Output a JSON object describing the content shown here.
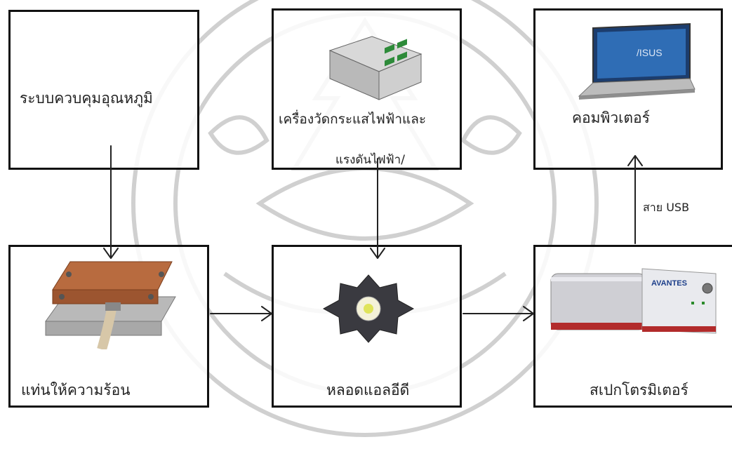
{
  "boxes": {
    "temp_control": {
      "label": "ระบบควบคุมอุณหภูมิ"
    },
    "meter": {
      "label_line1": "เครื่องวัดกระแสไฟฟ้าและ",
      "label_line2": "แรงดันไฟฟ้า/"
    },
    "computer": {
      "label": "คอมพิวเตอร์",
      "screen_brand": "/ISUS"
    },
    "heater": {
      "label": "แท่นให้ความร้อน"
    },
    "led": {
      "label": "หลอดแอลอีดี"
    },
    "spectrometer": {
      "label": "สเปกโตรมิเตอร์",
      "device_brand": "AVANTES"
    }
  },
  "connections": {
    "usb_label": "สาย USB"
  },
  "colors": {
    "box_border": "#111111",
    "watermark": "#c9c9c9"
  }
}
